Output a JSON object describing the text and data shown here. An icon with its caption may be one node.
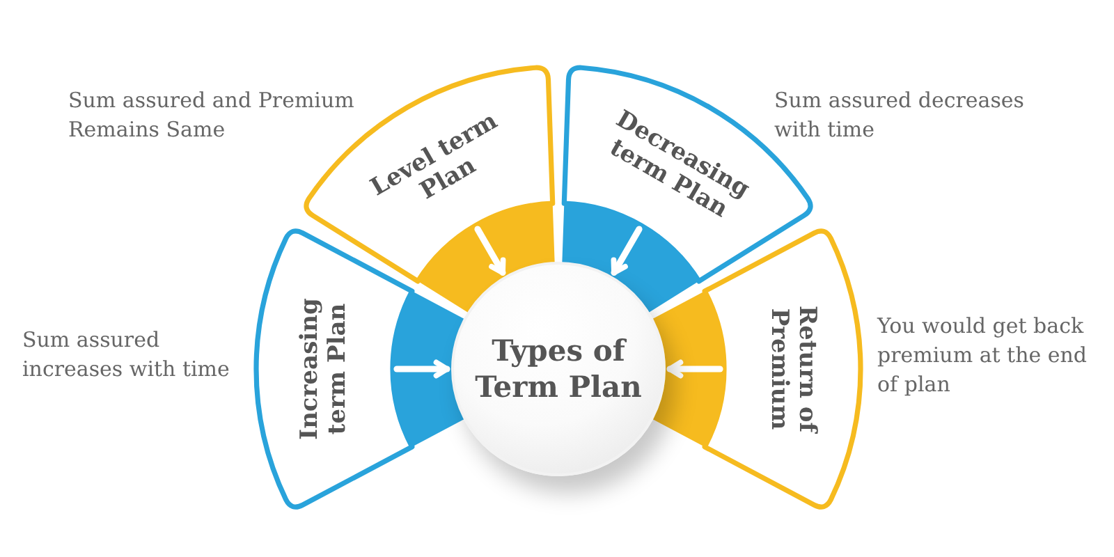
{
  "diagram": {
    "nodes": [
      {
        "text": [
          "Types of Term Plan"
        ]
      },
      {
        "text": [
          "Increasing term Plan"
        ],
        "beside": [
          "Sum assured increases with time"
        ]
      },
      {
        "text": [
          "Level term Plan"
        ],
        "beside": [
          "Sum assured and Premium Remains Same"
        ]
      },
      {
        "text": [
          "Decreasing term Plan"
        ],
        "beside": [
          "Sum assured decreases with time"
        ]
      },
      {
        "text": [
          "Return of Premium"
        ],
        "beside": [
          "You would get back premium at the end of plan"
        ]
      }
    ],
    "edges": [
      {
        "from": 1,
        "to": 0,
        "arrow": "to"
      },
      {
        "from": 2,
        "to": 0,
        "arrow": "to"
      },
      {
        "from": 3,
        "to": 0,
        "arrow": "to"
      },
      {
        "from": 4,
        "to": 0,
        "arrow": "to"
      }
    ]
  }
}
